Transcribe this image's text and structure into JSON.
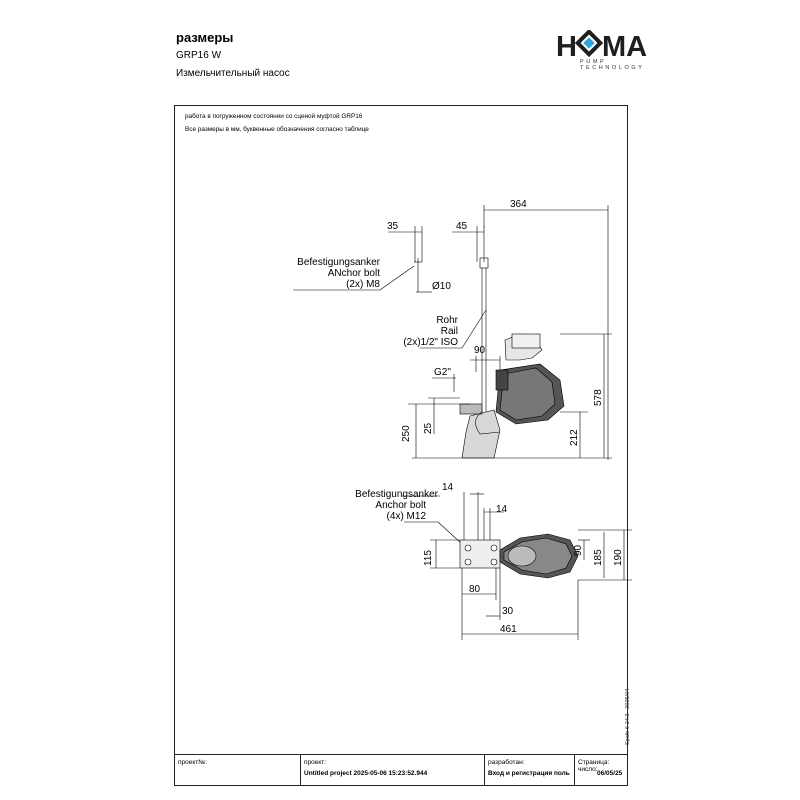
{
  "header": {
    "title": "размеры",
    "model": "GRP16 W",
    "description": "Измельчительный насос"
  },
  "logo": {
    "brand": "HOMA",
    "tagline": "PUMP TECHNOLOGY"
  },
  "notes": {
    "line1": "работа в погруженном состоянии со сценой муфтой GRP16",
    "line2": "Все размеры в мм, буквенные обозначения согласно таблице"
  },
  "side_label": "Spaltr 6-24.3 - 2025/04",
  "drawing": {
    "top_view_labels": {
      "anchor_de": "Befestigungsanker",
      "anchor_en": "ANchor bolt",
      "anchor_qty": "(2x) M8",
      "rail_de": "Rohr",
      "rail_en": "Rail",
      "rail_qty": "(2x)1/2\" ISO"
    },
    "top_view_dims": {
      "d35": "35",
      "d45": "45",
      "d364": "364",
      "d10": "Ø10",
      "d90": "90",
      "g2": "G2\"",
      "d578": "578",
      "d250": "250",
      "d25": "25",
      "d212": "212"
    },
    "plan_view_labels": {
      "anchor_de": "Befestigungsanker",
      "anchor_en": "Anchor bolt",
      "anchor_qty": "(4x) M12"
    },
    "plan_view_dims": {
      "d14a": "14",
      "d14b": "14",
      "d115": "115",
      "d90": "90",
      "d185": "185",
      "d190": "190",
      "d80": "80",
      "d30": "30",
      "d461": "461"
    }
  },
  "title_block": {
    "project_label": "проект№:",
    "project_value": "",
    "name_label": "проект:",
    "name_value": "Untitled project 2025-05-06 15:23:52.944",
    "author_label": "разработан:",
    "author_value": "Вход и регистрация поль",
    "page_label": "Страница:",
    "page_value": "",
    "date_label": "число:",
    "date_value": "06/05/25"
  }
}
